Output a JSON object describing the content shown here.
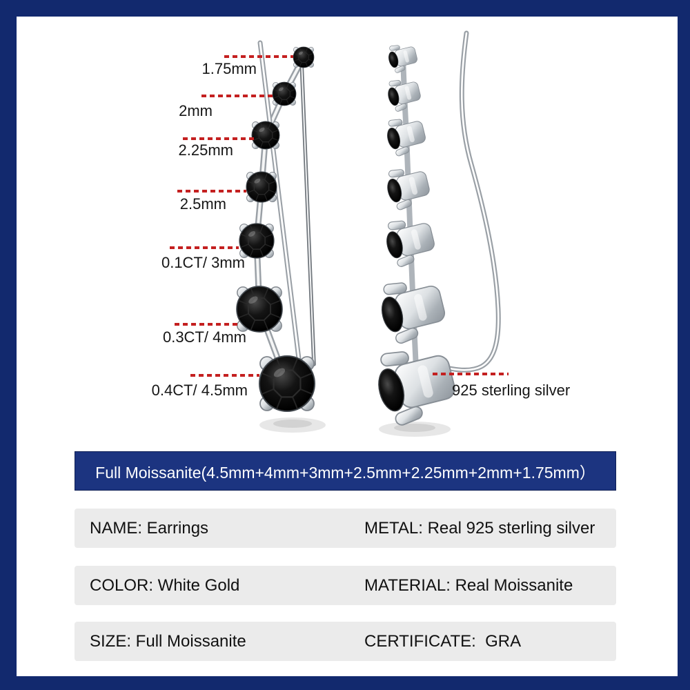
{
  "frame": {
    "color": "#12296e"
  },
  "diagram": {
    "size_labels": [
      {
        "text": "1.75mm"
      },
      {
        "text": "2mm"
      },
      {
        "text": "2.25mm"
      },
      {
        "text": "2.5mm"
      },
      {
        "text": "0.1CT/ 3mm"
      },
      {
        "text": "0.3CT/ 4mm"
      },
      {
        "text": "0.4CT/ 4.5mm"
      }
    ],
    "material_label": {
      "text": "925 sterling silver"
    },
    "callout_color": "#c42020",
    "stone_color": "#000000",
    "metal_color": "#c7ccd1"
  },
  "banner": {
    "text": "Full Moissanite(4.5mm+4mm+3mm+2.5mm+2.25mm+2mm+1.75mm）",
    "bg": "#1c3480",
    "text_color": "#ffffff"
  },
  "spec_table": {
    "bg": "#ebebeb",
    "rows": [
      {
        "left": "NAME: Earrings",
        "right": "METAL: Real 925 sterling silver"
      },
      {
        "left": "COLOR: White Gold",
        "right": "MATERIAL: Real Moissanite"
      },
      {
        "left": "SIZE: Full Moissanite",
        "right": "CERTIFICATE:  GRA"
      }
    ]
  }
}
